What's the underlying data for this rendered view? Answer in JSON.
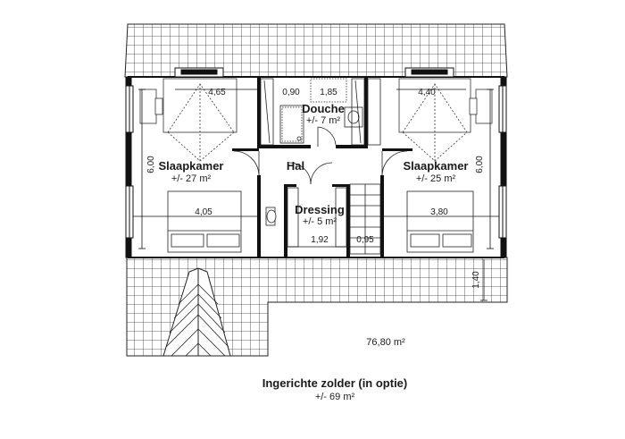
{
  "plan": {
    "rooms": {
      "bedroom_left": {
        "name": "Slaapkamer",
        "area": "+/- 27  m²"
      },
      "bedroom_right": {
        "name": "Slaapkamer",
        "area": "+/- 25  m²"
      },
      "shower": {
        "name": "Douche",
        "area": "+/- 7 m²"
      },
      "hall": {
        "name": "Hal"
      },
      "dressing": {
        "name": "Dressing",
        "area": "+/- 5  m²"
      }
    },
    "dimensions": {
      "left_window_width": "4,65",
      "right_window_width": "4,40",
      "shower_small_width": "0,90",
      "shower_width": "1,85",
      "left_depth": "6,00",
      "right_depth": "6,00",
      "left_room_width": "4,05",
      "right_room_width": "3,80",
      "dressing_width": "1,92",
      "stair_width": "0,95",
      "roof_strip_height": "1,40"
    },
    "total_area": "76,80 m²"
  },
  "caption": {
    "title": "Ingerichte zolder (in optie)",
    "area": "+/- 69 m²"
  }
}
